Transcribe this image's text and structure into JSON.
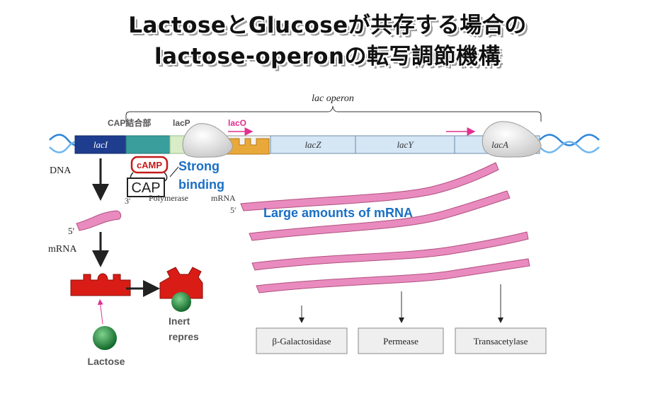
{
  "title": {
    "line1": "LactoseとGlucoseが共存する場合の",
    "line2": "lactose-operonの転写調節機構"
  },
  "operon_label": "lac operon",
  "gene_labels": {
    "cap_site": "CAP結合部",
    "lacP": "lacP",
    "lacO": "lacO",
    "lacI": "lacI",
    "lacZ": "lacZ",
    "lacY": "lacY",
    "lacA": "lacA"
  },
  "left_labels": {
    "dna": "DNA",
    "mrna_end": "5′",
    "mrna": "mRNA",
    "inert": "Inert",
    "repressor": "repres",
    "lactose": "Lactose"
  },
  "camp_label": "cAMP",
  "cap_label": "CAP",
  "strong_binding": [
    "Strong",
    "binding"
  ],
  "polymerase_labels": {
    "three_prime": "3′",
    "polymerase": "Polymerase",
    "mrna": "mRNA",
    "five_prime": "5′"
  },
  "large_mrna_label": "Large amounts of mRNA",
  "proteins": [
    "β-Galactosidase",
    "Permease",
    "Transacetylase"
  ],
  "colors": {
    "lacI": "#1f3d8f",
    "cap_site": "#3a9e9c",
    "lacP": "#d8ecc8",
    "lacO": "#e8a93a",
    "structural_genes": "#d5e6f5",
    "mrna": "#e98bbf",
    "repressor": "#d91d16",
    "lactose": "#1d8a3a",
    "highlight_blue": "#1a6fc4"
  }
}
